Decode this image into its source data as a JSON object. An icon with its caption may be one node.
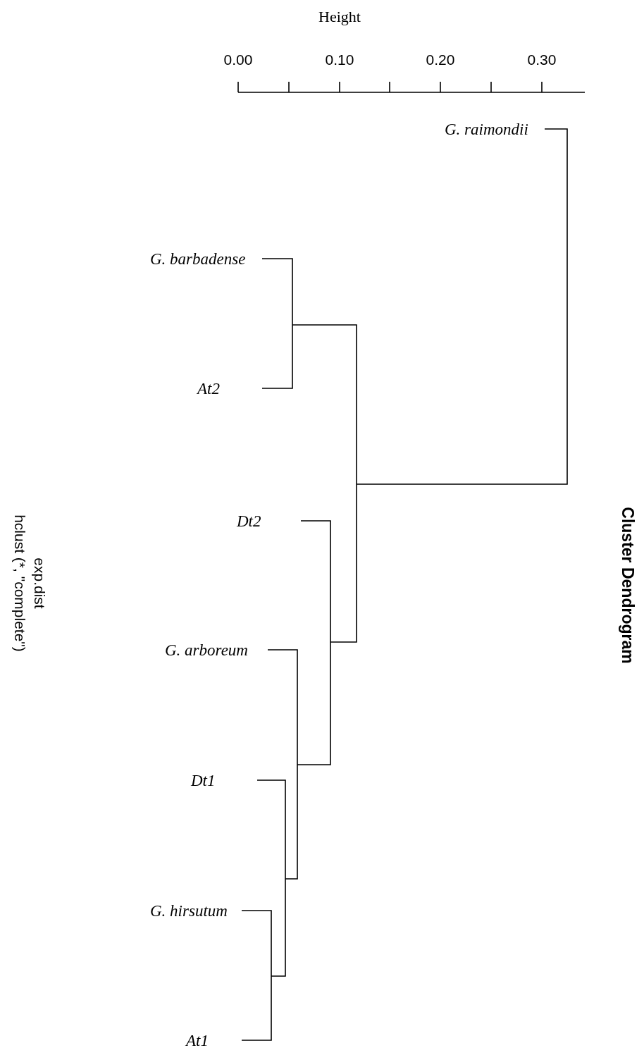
{
  "diagram": {
    "title": "Cluster Dendrogram",
    "labels": [
      "Height",
      "0.00",
      "0.10",
      "0.20",
      "0.30",
      "G. raimondii",
      "G. barbadense",
      "At2",
      "Dt2",
      "G. arboreum",
      "Dt1",
      "G. hirsutum",
      "At1",
      "exp.dist",
      "hclust (*, \"complete\")"
    ]
  }
}
